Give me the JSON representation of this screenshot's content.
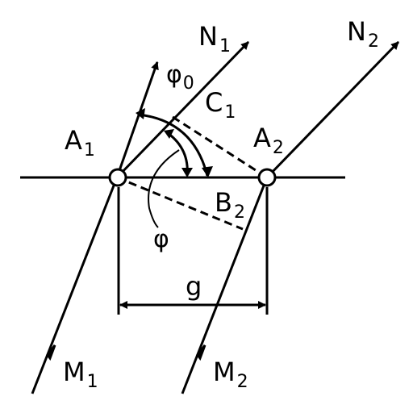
{
  "labels": {
    "n1": {
      "base": "N",
      "sub": "1"
    },
    "n2": {
      "base": "N",
      "sub": "2"
    },
    "a1": {
      "base": "A",
      "sub": "1"
    },
    "a2": {
      "base": "A",
      "sub": "2"
    },
    "b2": {
      "base": "B",
      "sub": "2"
    },
    "c1": {
      "base": "C",
      "sub": "1"
    },
    "m1": {
      "base": "M",
      "sub": "1"
    },
    "m2": {
      "base": "M",
      "sub": "2"
    },
    "phi0": {
      "base": "φ",
      "sub": "0"
    },
    "phi": "φ",
    "g": "g"
  },
  "colors": {
    "stroke": "#000000",
    "background": "#ffffff"
  }
}
